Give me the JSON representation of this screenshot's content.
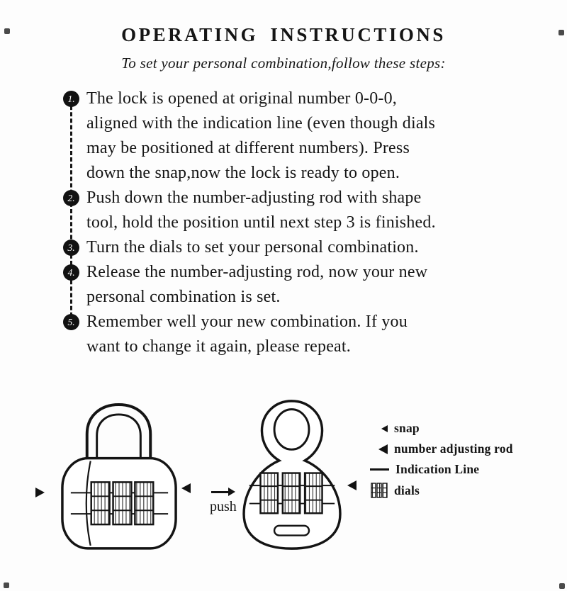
{
  "page": {
    "title": "OPERATING INSTRUCTIONS",
    "subtitle": "To set your personal combination,follow these steps:"
  },
  "colors": {
    "ink": "#151515",
    "paper": "#fdfdfd"
  },
  "steps": [
    {
      "num": "1.",
      "text": "The lock is opened at original number 0-0-0,\naligned with the indication line (even though dials\nmay be positioned at different numbers). Press\ndown the snap,now the lock is ready to open."
    },
    {
      "num": "2.",
      "text": "Push down the number-adjusting rod with shape\ntool, hold the position until next step 3 is finished."
    },
    {
      "num": "3.",
      "text": "Turn the dials to set your personal combination."
    },
    {
      "num": "4.",
      "text": "Release the number-adjusting rod, now your new\npersonal combination is set."
    },
    {
      "num": "5.",
      "text": "Remember well your new combination. If you\nwant to change it again, please repeat."
    }
  ],
  "diagram": {
    "push_label": "push",
    "legend": [
      {
        "icon": "snap-triangle-icon",
        "label": "snap"
      },
      {
        "icon": "rod-arrow-icon",
        "label": "number adjusting rod"
      },
      {
        "icon": "indication-line-icon",
        "label": "Indication Line"
      },
      {
        "icon": "dials-grid-icon",
        "label": "dials"
      }
    ]
  }
}
